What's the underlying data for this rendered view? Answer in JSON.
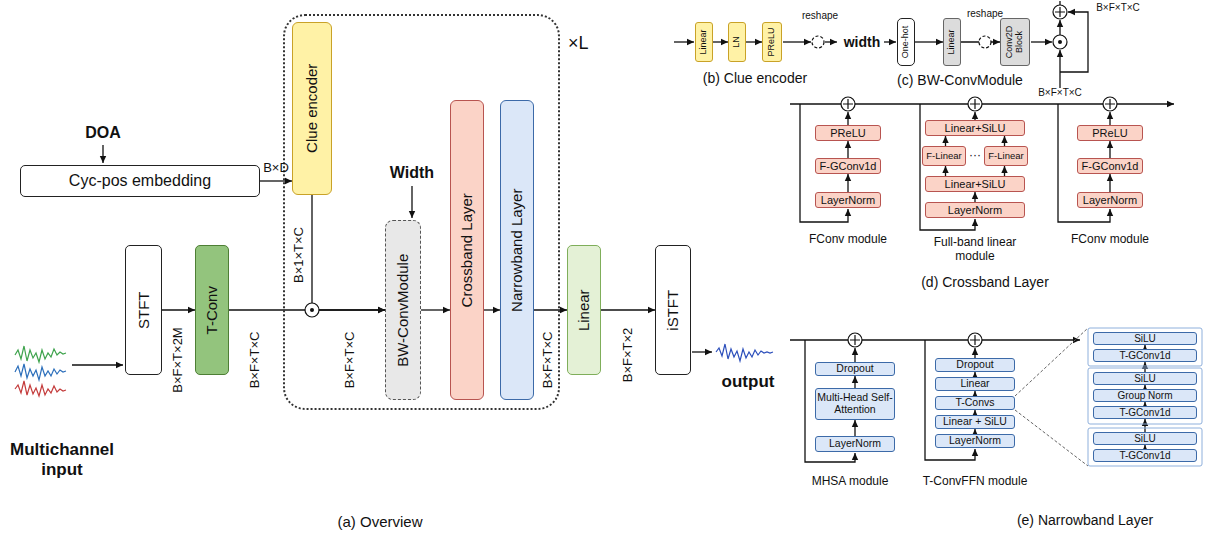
{
  "diagram": {
    "nodes": [
      {
        "text": [
          "Cyc-pos embedding"
        ]
      },
      {
        "text": [
          "×L"
        ]
      },
      {
        "text": [
          "Clue encoder"
        ],
        "in": 1
      },
      {
        "text": [
          "BW-ConvModule"
        ],
        "in": 1
      },
      {
        "text": [
          "Crossband Layer"
        ],
        "in": 1
      },
      {
        "text": [
          "Narrowband Layer"
        ],
        "in": 1
      },
      {
        "text": [
          "STFT"
        ]
      },
      {
        "text": [
          "T-Conv"
        ]
      },
      {
        "text": [
          "Linear"
        ]
      },
      {
        "text": [
          "iSTFT"
        ]
      },
      {
        "text": [
          "Linear"
        ]
      },
      {
        "text": [
          "LN"
        ]
      },
      {
        "text": [
          "PReLU"
        ]
      },
      {
        "text": [
          "One-hot"
        ]
      },
      {
        "text": [
          "Linear"
        ]
      },
      {
        "text": [
          "Conv2D Block"
        ]
      },
      {
        "text": [
          "PReLU"
        ]
      },
      {
        "text": [
          "F-GConv1d"
        ]
      },
      {
        "text": [
          "LayerNorm"
        ]
      },
      {
        "text": [
          "Linear+SiLU"
        ]
      },
      {
        "text": [
          "F-Linear"
        ]
      },
      {
        "text": [
          "F-Linear"
        ]
      },
      {
        "text": [
          "Linear+SiLU"
        ]
      },
      {
        "text": [
          "LayerNorm"
        ]
      },
      {
        "text": [
          "PReLU"
        ]
      },
      {
        "text": [
          "F-GConv1d"
        ]
      },
      {
        "text": [
          "LayerNorm"
        ]
      },
      {
        "text": [
          "Dropout"
        ]
      },
      {
        "text": [
          "Multi-Head Self-Attention"
        ]
      },
      {
        "text": [
          "LayerNorm"
        ]
      },
      {
        "text": [
          "Dropout"
        ]
      },
      {
        "text": [
          "Linear"
        ]
      },
      {
        "text": [
          "T-Convs"
        ]
      },
      {
        "text": [
          "Linear + SiLU"
        ]
      },
      {
        "text": [
          "LayerNorm"
        ]
      },
      {
        "text": [
          "SiLU"
        ]
      },
      {
        "text": [
          "T-GConv1d"
        ]
      },
      {
        "text": [
          "SiLU"
        ]
      },
      {
        "text": [
          "Group Norm"
        ]
      },
      {
        "text": [
          "T-GConv1d"
        ]
      },
      {
        "text": [
          "SiLU"
        ]
      },
      {
        "text": [
          "T-GConv1d"
        ]
      }
    ],
    "edges": [
      {
        "from": 0,
        "to": 2,
        "arrow": "to"
      },
      {
        "from": 6,
        "to": 7,
        "arrow": "to"
      },
      {
        "from": 7,
        "to": 3,
        "arrow": "to"
      },
      {
        "from": 2,
        "to": 3,
        "arrow": "to"
      },
      {
        "from": 3,
        "to": 4,
        "arrow": "to"
      },
      {
        "from": 4,
        "to": 5,
        "arrow": "to"
      },
      {
        "from": 5,
        "to": 8,
        "arrow": "to"
      },
      {
        "from": 8,
        "to": 9,
        "arrow": "to"
      },
      {
        "from": 10,
        "to": 11,
        "arrow": "to"
      },
      {
        "from": 11,
        "to": 12,
        "arrow": "to"
      },
      {
        "from": 13,
        "to": 14,
        "arrow": "to"
      },
      {
        "from": 14,
        "to": 15,
        "arrow": "to"
      },
      {
        "from": 18,
        "to": 17,
        "arrow": "to"
      },
      {
        "from": 17,
        "to": 16,
        "arrow": "to"
      },
      {
        "from": 23,
        "to": 22,
        "arrow": "to"
      },
      {
        "from": 22,
        "to": 20,
        "arrow": "to"
      },
      {
        "from": 22,
        "to": 21,
        "arrow": "to"
      },
      {
        "from": 20,
        "to": 19,
        "arrow": "to"
      },
      {
        "from": 21,
        "to": 19,
        "arrow": "to"
      },
      {
        "from": 26,
        "to": 25,
        "arrow": "to"
      },
      {
        "from": 25,
        "to": 24,
        "arrow": "to"
      },
      {
        "from": 29,
        "to": 28,
        "arrow": "to"
      },
      {
        "from": 28,
        "to": 27,
        "arrow": "to"
      },
      {
        "from": 34,
        "to": 33,
        "arrow": "to"
      },
      {
        "from": 33,
        "to": 32,
        "arrow": "to"
      },
      {
        "from": 32,
        "to": 31,
        "arrow": "to"
      },
      {
        "from": 31,
        "to": 30,
        "arrow": "to"
      },
      {
        "from": 41,
        "to": 40,
        "arrow": "to"
      },
      {
        "from": 40,
        "to": 39,
        "arrow": "to"
      },
      {
        "from": 39,
        "to": 38,
        "arrow": "to"
      },
      {
        "from": 38,
        "to": 37,
        "arrow": "to"
      },
      {
        "from": 37,
        "to": 36,
        "arrow": "to"
      },
      {
        "from": 36,
        "to": 35,
        "arrow": "to"
      }
    ],
    "labels": [
      "DOA",
      "B×D",
      "Width",
      "B×1×T×C",
      "B×F×T×2M",
      "B×F×T×C",
      "B×F×T×C",
      "B×F×T×C",
      "B×F×T×2",
      "Multichannel input",
      "output",
      "(a) Overview",
      "reshape",
      "(b) Clue encoder",
      "width",
      "reshape",
      "B×F×T×C",
      "B×F×T×C",
      "(c) BW-ConvModule",
      "···",
      "FConv module",
      "Full-band linear module",
      "FConv module",
      "(d) Crossband Layer",
      "MHSA module",
      "T-ConvFFN module",
      "(e) Narrowband Layer"
    ]
  }
}
